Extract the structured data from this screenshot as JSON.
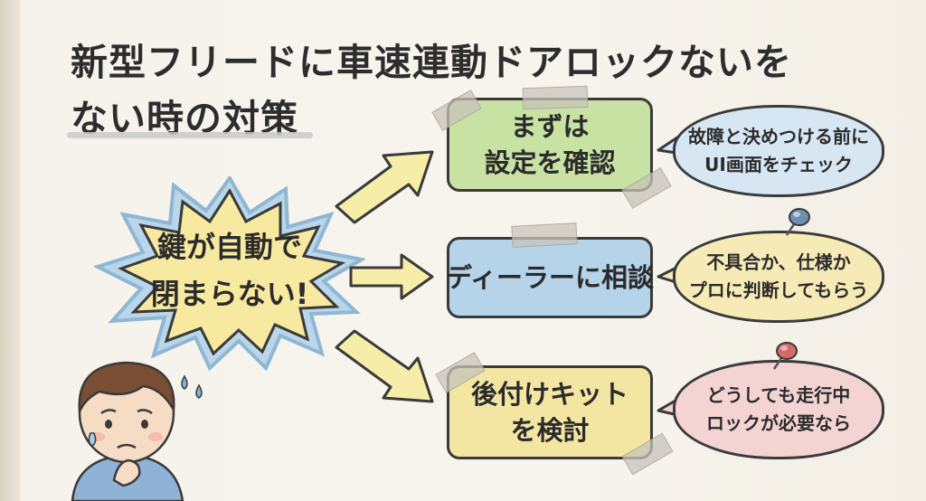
{
  "title": {
    "line1": "新型フリードに車速連動ドアロックないを",
    "line2": "ない時の対策"
  },
  "problem": {
    "line1": "鍵が自動で",
    "line2": "閉まらない!"
  },
  "steps": [
    {
      "line1": "まずは",
      "line2": "設定を確認",
      "color": "#c8e2a4"
    },
    {
      "line1": "ディーラーに相談",
      "line2": "",
      "color": "#b5d4ea"
    },
    {
      "line1": "後付けキット",
      "line2": "を検討",
      "color": "#f3e6a2"
    }
  ],
  "notes": [
    {
      "line1": "故障と決めつける前に",
      "line2": "UI画面をチェック",
      "color": "#d6e6f3"
    },
    {
      "line1": "不具合か、仕様か",
      "line2": "プロに判断してもらう",
      "color": "#f6ebb6"
    },
    {
      "line1": "どうしても走行中",
      "line2": "ロックが必要なら",
      "color": "#f4d3d3"
    }
  ],
  "colors": {
    "burst": "#f7e9a0",
    "burst_outline": "#8fb7d3",
    "arrow": "#f6eea8"
  },
  "icons": [
    "worried-person",
    "sweat-drops",
    "push-pin",
    "push-pin",
    "tape"
  ]
}
